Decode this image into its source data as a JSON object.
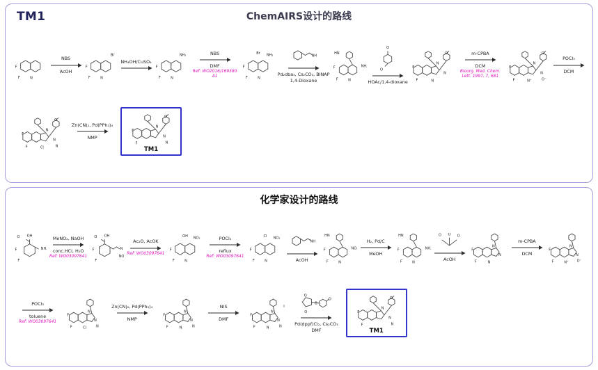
{
  "figure": {
    "corner_label": "TM1",
    "accent_border": "#a89bdc",
    "tm1_box_color": "#3232cc",
    "ref_color": "#e312c0",
    "structure_color": "#4a4a4a"
  },
  "panels": [
    {
      "title": "ChemAIRS设计的路线",
      "rows": [
        [
          {
            "t": "mol",
            "k": "quin",
            "lab": [
              "F@l",
              "F@bl",
              "N@b"
            ]
          },
          {
            "t": "arr",
            "above": [
              "NBS"
            ],
            "below": [
              "AcOH"
            ]
          },
          {
            "t": "mol",
            "k": "quin",
            "lab": [
              "Br@tr",
              "F@l",
              "F@bl",
              "N@b"
            ]
          },
          {
            "t": "arr",
            "above": [
              "NH₄OH/CuSO₄"
            ],
            "below": []
          },
          {
            "t": "mol",
            "k": "quin",
            "lab": [
              "NH₂@tr",
              "F@l",
              "F@bl",
              "N@b"
            ]
          },
          {
            "t": "arr",
            "above": [
              "NBS"
            ],
            "below": [
              "DMF"
            ],
            "ref": "Ref: WO2016/169380 A1"
          },
          {
            "t": "mol",
            "k": "quin",
            "lab": [
              "Br@t",
              "NH₂@tr",
              "F@l",
              "F@bl",
              "N@b"
            ]
          },
          {
            "t": "arr",
            "above": [],
            "mini": {
              "k": "chAmine",
              "lab": [
                "NH₂@r"
              ]
            },
            "below": [
              "Pd₂dba₃, Cs₂CO₃, BINAP",
              "1,4-Dioxane"
            ]
          },
          {
            "t": "mol",
            "k": "quinCh",
            "lab": [
              "HN@tl",
              "NH₂@r",
              "F@l",
              "F@bl",
              "N@b"
            ]
          },
          {
            "t": "arr",
            "above": [],
            "mini": {
              "k": "ald",
              "lab": [
                "O@t",
                "O@bl"
              ]
            },
            "below": [
              "HOAc/1,4-dioxane"
            ]
          },
          {
            "t": "mol",
            "k": "tetra",
            "lab": [
              "O@tr",
              "N@p1",
              "N@p2",
              "F@l",
              "F@bl",
              "N@b"
            ]
          },
          {
            "t": "arr",
            "above": [
              "m-CPBA"
            ],
            "below": [
              "DCM"
            ],
            "ref": "Bioorg. Med. Chem. Lett. 1997, 7, 681"
          },
          {
            "t": "mol",
            "k": "tetra",
            "lab": [
              "O@tr",
              "N@p1",
              "N@p2",
              "F@l",
              "F@bl",
              "N⁺@b",
              "O⁻@br"
            ]
          },
          {
            "t": "arr",
            "above": [
              "POCl₃"
            ],
            "below": [
              "DCM"
            ]
          }
        ],
        [
          {
            "t": "mol",
            "k": "tetra",
            "lab": [
              "O@tr",
              "N@p1",
              "N@p2",
              "Cl@b",
              "F@l",
              "F@bl",
              "N@br"
            ]
          },
          {
            "t": "arr",
            "above": [
              "Zn(CN)₂, Pd(PPh₃)₄"
            ],
            "below": [
              "NMP"
            ]
          },
          {
            "t": "mol",
            "k": "tetra",
            "boxed": true,
            "caption": "TM1",
            "lab": [
              "O@tr",
              "N@p1",
              "N@p2",
              "F@l",
              "F@bl",
              "N@br"
            ]
          }
        ]
      ]
    },
    {
      "title": "化学家设计的路线",
      "rows": [
        [
          {
            "t": "mol",
            "k": "benzAcid",
            "lab": [
              "OH@t",
              "O@tl",
              "NH₂@r",
              "F@l",
              "F@bl"
            ]
          },
          {
            "t": "arr",
            "above": [
              "MeNO₂, NaOH"
            ],
            "below": [
              "conc.HCl, H₂O"
            ],
            "ref": "Ref: WO03097641"
          },
          {
            "t": "mol",
            "k": "benzTail",
            "lab": [
              "OH@t",
              "O@tl",
              "N@r",
              "NO₂@rb",
              "F@l",
              "F@bl"
            ]
          },
          {
            "t": "arr",
            "above": [
              "Ac₂O, AcOK"
            ],
            "below": [],
            "ref": "Ref: WO03097641"
          },
          {
            "t": "mol",
            "k": "quin",
            "lab": [
              "OH@t",
              "NO₂@tr",
              "F@l",
              "F@bl",
              "N@b"
            ]
          },
          {
            "t": "arr",
            "above": [
              "POCl₃"
            ],
            "below": [
              "reflux"
            ],
            "ref": "Ref: WO03097641"
          },
          {
            "t": "mol",
            "k": "quin",
            "lab": [
              "Cl@t",
              "NO₂@tr",
              "F@l",
              "F@bl",
              "N@b"
            ]
          },
          {
            "t": "arr",
            "above": [],
            "mini": {
              "k": "chAmine",
              "lab": [
                "NH₂@r"
              ]
            },
            "below": [
              "AcOH"
            ]
          },
          {
            "t": "mol",
            "k": "quinCh",
            "lab": [
              "HN@tl",
              "NO₂@r",
              "F@l",
              "F@bl",
              "N@b"
            ]
          },
          {
            "t": "arr",
            "above": [
              "H₂, Pd/C"
            ],
            "below": [
              "MeOH"
            ]
          },
          {
            "t": "mol",
            "k": "quinCh",
            "lab": [
              "HN@tl",
              "NH₂@r",
              "F@l",
              "F@bl",
              "N@b"
            ]
          },
          {
            "t": "arr",
            "above": [],
            "mini": {
              "k": "ortho",
              "lab": [
                "O@tl",
                "O@t",
                "O@tr"
              ]
            },
            "below": [
              "AcOH"
            ]
          },
          {
            "t": "mol",
            "k": "tri",
            "lab": [
              "N@p1",
              "N@p2",
              "F@l",
              "F@bl",
              "N@b"
            ]
          },
          {
            "t": "arr",
            "above": [
              "m-CPBA"
            ],
            "below": [
              "DCM"
            ]
          },
          {
            "t": "mol",
            "k": "tri",
            "lab": [
              "N@p1",
              "N@p2",
              "F@l",
              "F@bl",
              "N⁺@b",
              "O⁻@br"
            ]
          }
        ],
        [
          {
            "t": "arr",
            "above": [
              "POCl₃"
            ],
            "below": [
              "toluene"
            ],
            "ref": "Ref: WO03097641"
          },
          {
            "t": "mol",
            "k": "tri",
            "lab": [
              "Cl@b",
              "N@p1",
              "N@p2",
              "F@l",
              "F@bl",
              "N@br"
            ]
          },
          {
            "t": "arr",
            "above": [
              "Zn(CN)₂, Pd(PPh₃)₄"
            ],
            "below": [
              "NMP"
            ]
          },
          {
            "t": "mol",
            "k": "tri",
            "lab": [
              "N@p1",
              "N@p2",
              "F@l",
              "F@bl",
              "N@b",
              "N@br"
            ]
          },
          {
            "t": "arr",
            "above": [
              "NIS"
            ],
            "below": [
              "DMF"
            ]
          },
          {
            "t": "mol",
            "k": "tri",
            "lab": [
              "I@rt",
              "N@p1",
              "N@p2",
              "F@l",
              "F@bl",
              "N@b",
              "N@br"
            ]
          },
          {
            "t": "arr",
            "above": [],
            "mini": {
              "k": "boro",
              "lab": [
                "O@tl",
                "O@bl",
                "B@c",
                "O@rt"
              ]
            },
            "below": [
              "Pd(dppf)Cl₂, Cs₂CO₃",
              "DMF"
            ]
          },
          {
            "t": "mol",
            "k": "tetra",
            "boxed": true,
            "caption": "TM1",
            "lab": [
              "O@tr",
              "N@p1",
              "N@p2",
              "F@l",
              "F@bl",
              "N@br"
            ]
          }
        ]
      ]
    }
  ]
}
